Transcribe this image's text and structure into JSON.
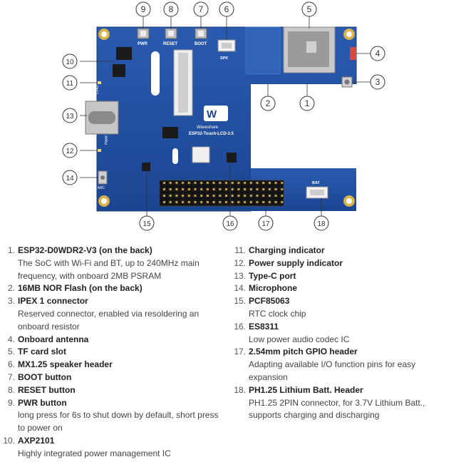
{
  "board": {
    "brand": "Waveshare",
    "model": "ESP32-Touch-LCD-3.5",
    "silk": {
      "pwr": "PWR",
      "reset": "RESET",
      "boot": "BOOT",
      "spk": "SPK",
      "chg": "CHG",
      "pwr_side": "PWR",
      "mic": "MIC",
      "bat": "BAT"
    },
    "callouts": [
      "1",
      "2",
      "3",
      "4",
      "5",
      "6",
      "7",
      "8",
      "9",
      "10",
      "11",
      "12",
      "13",
      "14",
      "15",
      "16",
      "17",
      "18"
    ]
  },
  "items": [
    {
      "num": "1.",
      "title": "ESP32-D0WDR2-V3 (on the back)",
      "desc": [
        "The SoC with Wi-Fi and BT, up to 240MHz main",
        "frequency, with onboard 2MB PSRAM"
      ]
    },
    {
      "num": "2.",
      "title": "16MB NOR Flash (on the back)",
      "desc": []
    },
    {
      "num": "3.",
      "title": "IPEX 1 connector",
      "desc": [
        "Reserved connector, enabled via resoldering an",
        "onboard resistor"
      ]
    },
    {
      "num": "4.",
      "title": "Onboard antenna",
      "desc": []
    },
    {
      "num": "5.",
      "title": "TF card slot",
      "desc": []
    },
    {
      "num": "6.",
      "title": "MX1.25 speaker header",
      "desc": []
    },
    {
      "num": "7.",
      "title": "BOOT button",
      "desc": []
    },
    {
      "num": "8.",
      "title": "RESET button",
      "desc": []
    },
    {
      "num": "9.",
      "title": "PWR button",
      "desc": [
        "long press for 6s to shut down by default, short press",
        "to power on"
      ]
    },
    {
      "num": "10.",
      "title": "AXP2101",
      "desc": [
        "Highly integrated power management IC"
      ]
    },
    {
      "num": "11.",
      "title": "Charging indicator",
      "desc": []
    },
    {
      "num": "12.",
      "title": "Power supply indicator",
      "desc": []
    },
    {
      "num": "13.",
      "title": "Type-C port",
      "desc": []
    },
    {
      "num": "14.",
      "title": "Microphone",
      "desc": []
    },
    {
      "num": "15.",
      "title": "PCF85063",
      "desc": [
        "RTC clock chip"
      ]
    },
    {
      "num": "16.",
      "title": "ES8311",
      "desc": [
        "Low power audio codec IC"
      ]
    },
    {
      "num": "17.",
      "title": "2.54mm pitch GPIO header",
      "desc": [
        "Adapting available I/O function pins for easy expansion"
      ]
    },
    {
      "num": "18.",
      "title": "PH1.25 Lithium Batt. Header",
      "desc": [
        "PH1.25 2PIN connector, for 3.7V Lithium Batt.,",
        "supports charging and discharging"
      ]
    }
  ]
}
